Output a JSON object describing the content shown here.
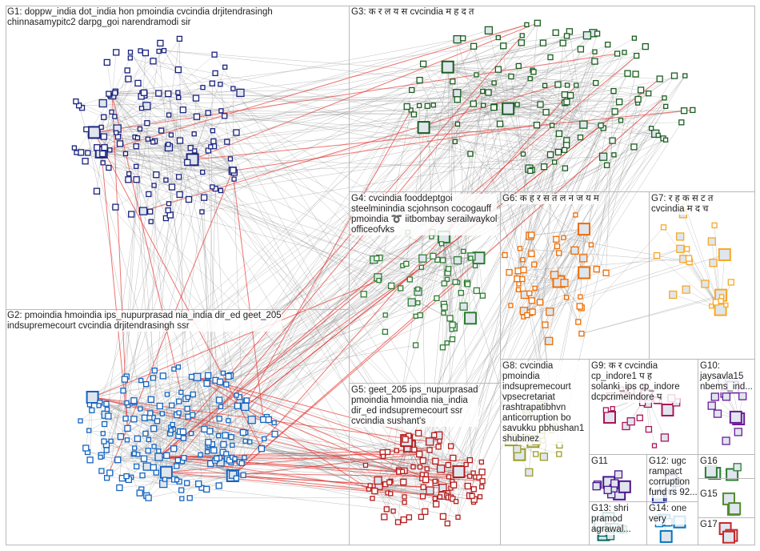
{
  "groups": [
    {
      "id": "G1",
      "label": "G1: doppw_india dot_india hon pmoindia cvcindia drjitendrasingh\nchinnasamypitc2 darpg_goi narendramodi sir",
      "color": "#1a237e",
      "count": 130
    },
    {
      "id": "G2",
      "label": "G2: pmoindia hmoindia ips_nupurprasad nia_india dir_ed geet_205\nindsupremecourt cvcindia drjitendrasingh ssr",
      "color": "#1565c0",
      "count": 190
    },
    {
      "id": "G3",
      "label": "G3: क र ल य स cvcindia म ह द त",
      "color": "#1b5e20",
      "count": 120
    },
    {
      "id": "G4",
      "label": "G4: cvcindia fooddeptgoi\nsteelminindia scjohnson cocogauff\npmoindia ➰ iitbombay serailwaykol\nofficeofvks",
      "color": "#2e7d32",
      "count": 60
    },
    {
      "id": "G5",
      "label": "G5: geet_205 ips_nupurprasad\npmoindia hmoindia nia_india\ndir_ed indsupremecourt ssr\ncvcindia sushant's",
      "color": "#b71c1c",
      "count": 100
    },
    {
      "id": "G6",
      "label": "G6: क ह र स त ल न ज य म",
      "color": "#ef6c00",
      "count": 50
    },
    {
      "id": "G7",
      "label": "G7: र ह क स ट त\ncvcindia म द च",
      "color": "#f9a825",
      "count": 25
    },
    {
      "id": "G8",
      "label": "G8: cvcindia\npmoindia\nindsupremecourt\nvpsecretariat\nrashtrapatibhvn\nanticorruption bo\nsavukku pbhushan1\nshubinez",
      "color": "#9e9d24",
      "count": 20
    },
    {
      "id": "G9",
      "label": "G9: क र cvcindia\ncp_indore1 प ह\nsolanki_ips cp_indore\ndcpcrimeindore प",
      "color": "#ad1457",
      "count": 22
    },
    {
      "id": "G10",
      "label": "G10:\njaysavla15\nnbems_ind...",
      "color": "#6a1b9a",
      "count": 12
    },
    {
      "id": "G11",
      "label": "G11",
      "color": "#4a148c",
      "count": 10
    },
    {
      "id": "G12",
      "label": "G12: ugc\nrampact\ncorruption\nfund rs 92...",
      "color": "#283593",
      "count": 7
    },
    {
      "id": "G13",
      "label": "G13: shri\npramod\nagrawal...",
      "color": "#00695c",
      "count": 8
    },
    {
      "id": "G14",
      "label": "G14: one\nvery",
      "color": "#0277bd",
      "count": 5
    },
    {
      "id": "G15",
      "label": "G15",
      "color": "#558b2f",
      "count": 3
    },
    {
      "id": "G16",
      "label": "G16",
      "color": "#2e7d32",
      "count": 4
    },
    {
      "id": "G17",
      "label": "G17",
      "color": "#c62828",
      "count": 3
    }
  ],
  "colors": {
    "edge": "#8a8a8a",
    "hot_edge": "#e53935",
    "panel_border": "#b9b9b9"
  }
}
